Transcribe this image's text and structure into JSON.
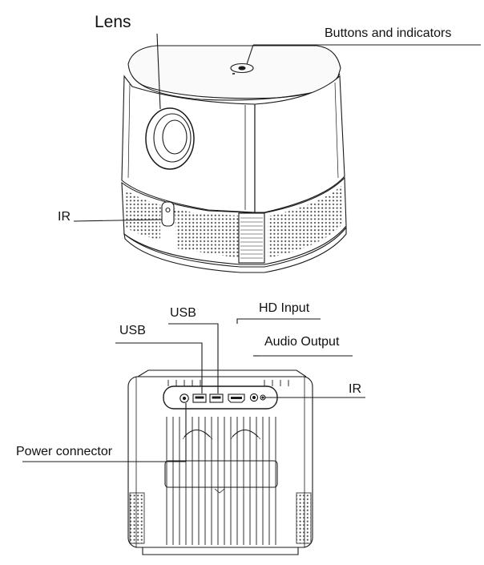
{
  "labels": {
    "lens": "Lens",
    "buttons_indicators": "Buttons and indicators",
    "ir_front": "IR",
    "usb_2": "USB",
    "usb_1": "USB",
    "hd_input": "HD Input",
    "audio_output": "Audio Output",
    "ir_back": "IR",
    "power_connector": "Power connector"
  },
  "colors": {
    "line": "#1a1a1a",
    "text": "#111111"
  }
}
